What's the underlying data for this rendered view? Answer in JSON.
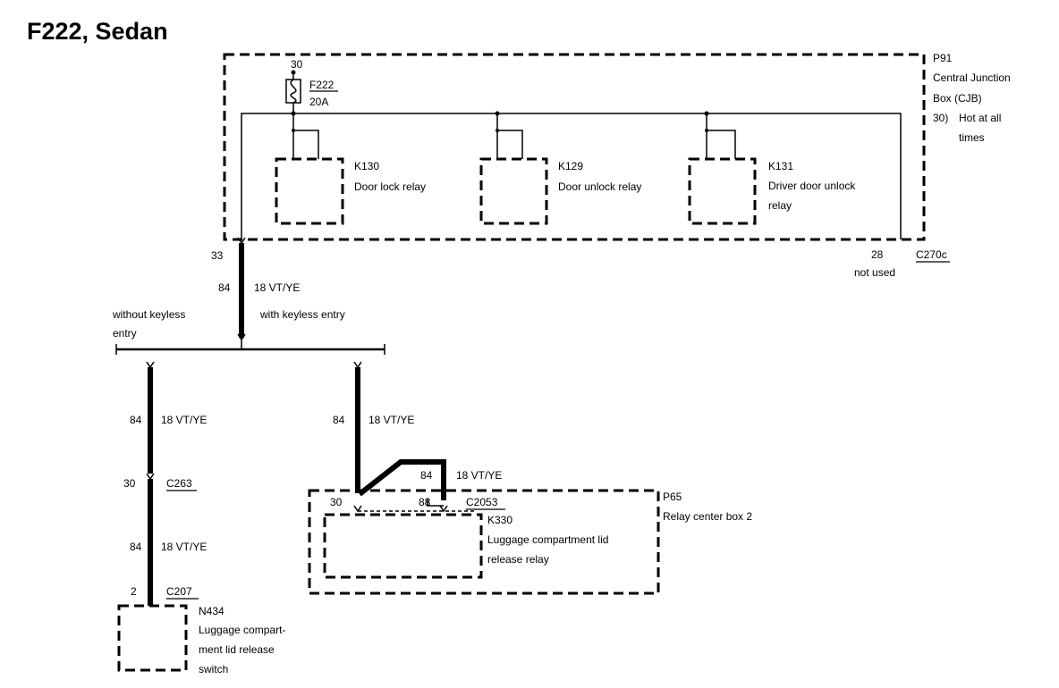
{
  "title": "F222, Sedan",
  "cjb": {
    "id": "P91",
    "name_line1": "Central Junction",
    "name_line2": "Box (CJB)",
    "note_pin": "30)",
    "note_line1": "Hot at all",
    "note_line2": "times",
    "connector": "C270c",
    "pin_33": "33",
    "pin_28": "28",
    "pin_28_note": "not used"
  },
  "fuse": {
    "pin": "30",
    "id": "F222",
    "rating": "20A"
  },
  "relays": [
    {
      "id": "K130",
      "line1": "Door lock relay",
      "line2": ""
    },
    {
      "id": "K129",
      "line1": "Door unlock relay",
      "line2": ""
    },
    {
      "id": "K131",
      "line1": "Driver door unlock",
      "line2": "relay"
    }
  ],
  "main_wire": {
    "circuit": "84",
    "spec": "18 VT/YE"
  },
  "branches": {
    "left_line1": "without keyless",
    "left_line2": "entry",
    "right": "with keyless entry"
  },
  "left_branch": {
    "wire1_circuit": "84",
    "wire1_spec": "18 VT/YE",
    "conn1_pin": "30",
    "conn1_id": "C263",
    "wire2_circuit": "84",
    "wire2_spec": "18 VT/YE",
    "conn2_pin": "2",
    "conn2_id": "C207"
  },
  "switch": {
    "id": "N434",
    "line1": "Luggage compart-",
    "line2": "ment lid release",
    "line3": "switch"
  },
  "right_branch": {
    "wire_circuit": "84",
    "wire_spec": "18 VT/YE",
    "jumper_circuit": "84",
    "jumper_spec": "18 VT/YE",
    "pin_30": "30",
    "pin_88": "88",
    "connector": "C2053"
  },
  "rcb": {
    "id": "P65",
    "name": "Relay center box 2"
  },
  "k330": {
    "id": "K330",
    "line1": "Luggage compartment lid",
    "line2": "release relay"
  }
}
